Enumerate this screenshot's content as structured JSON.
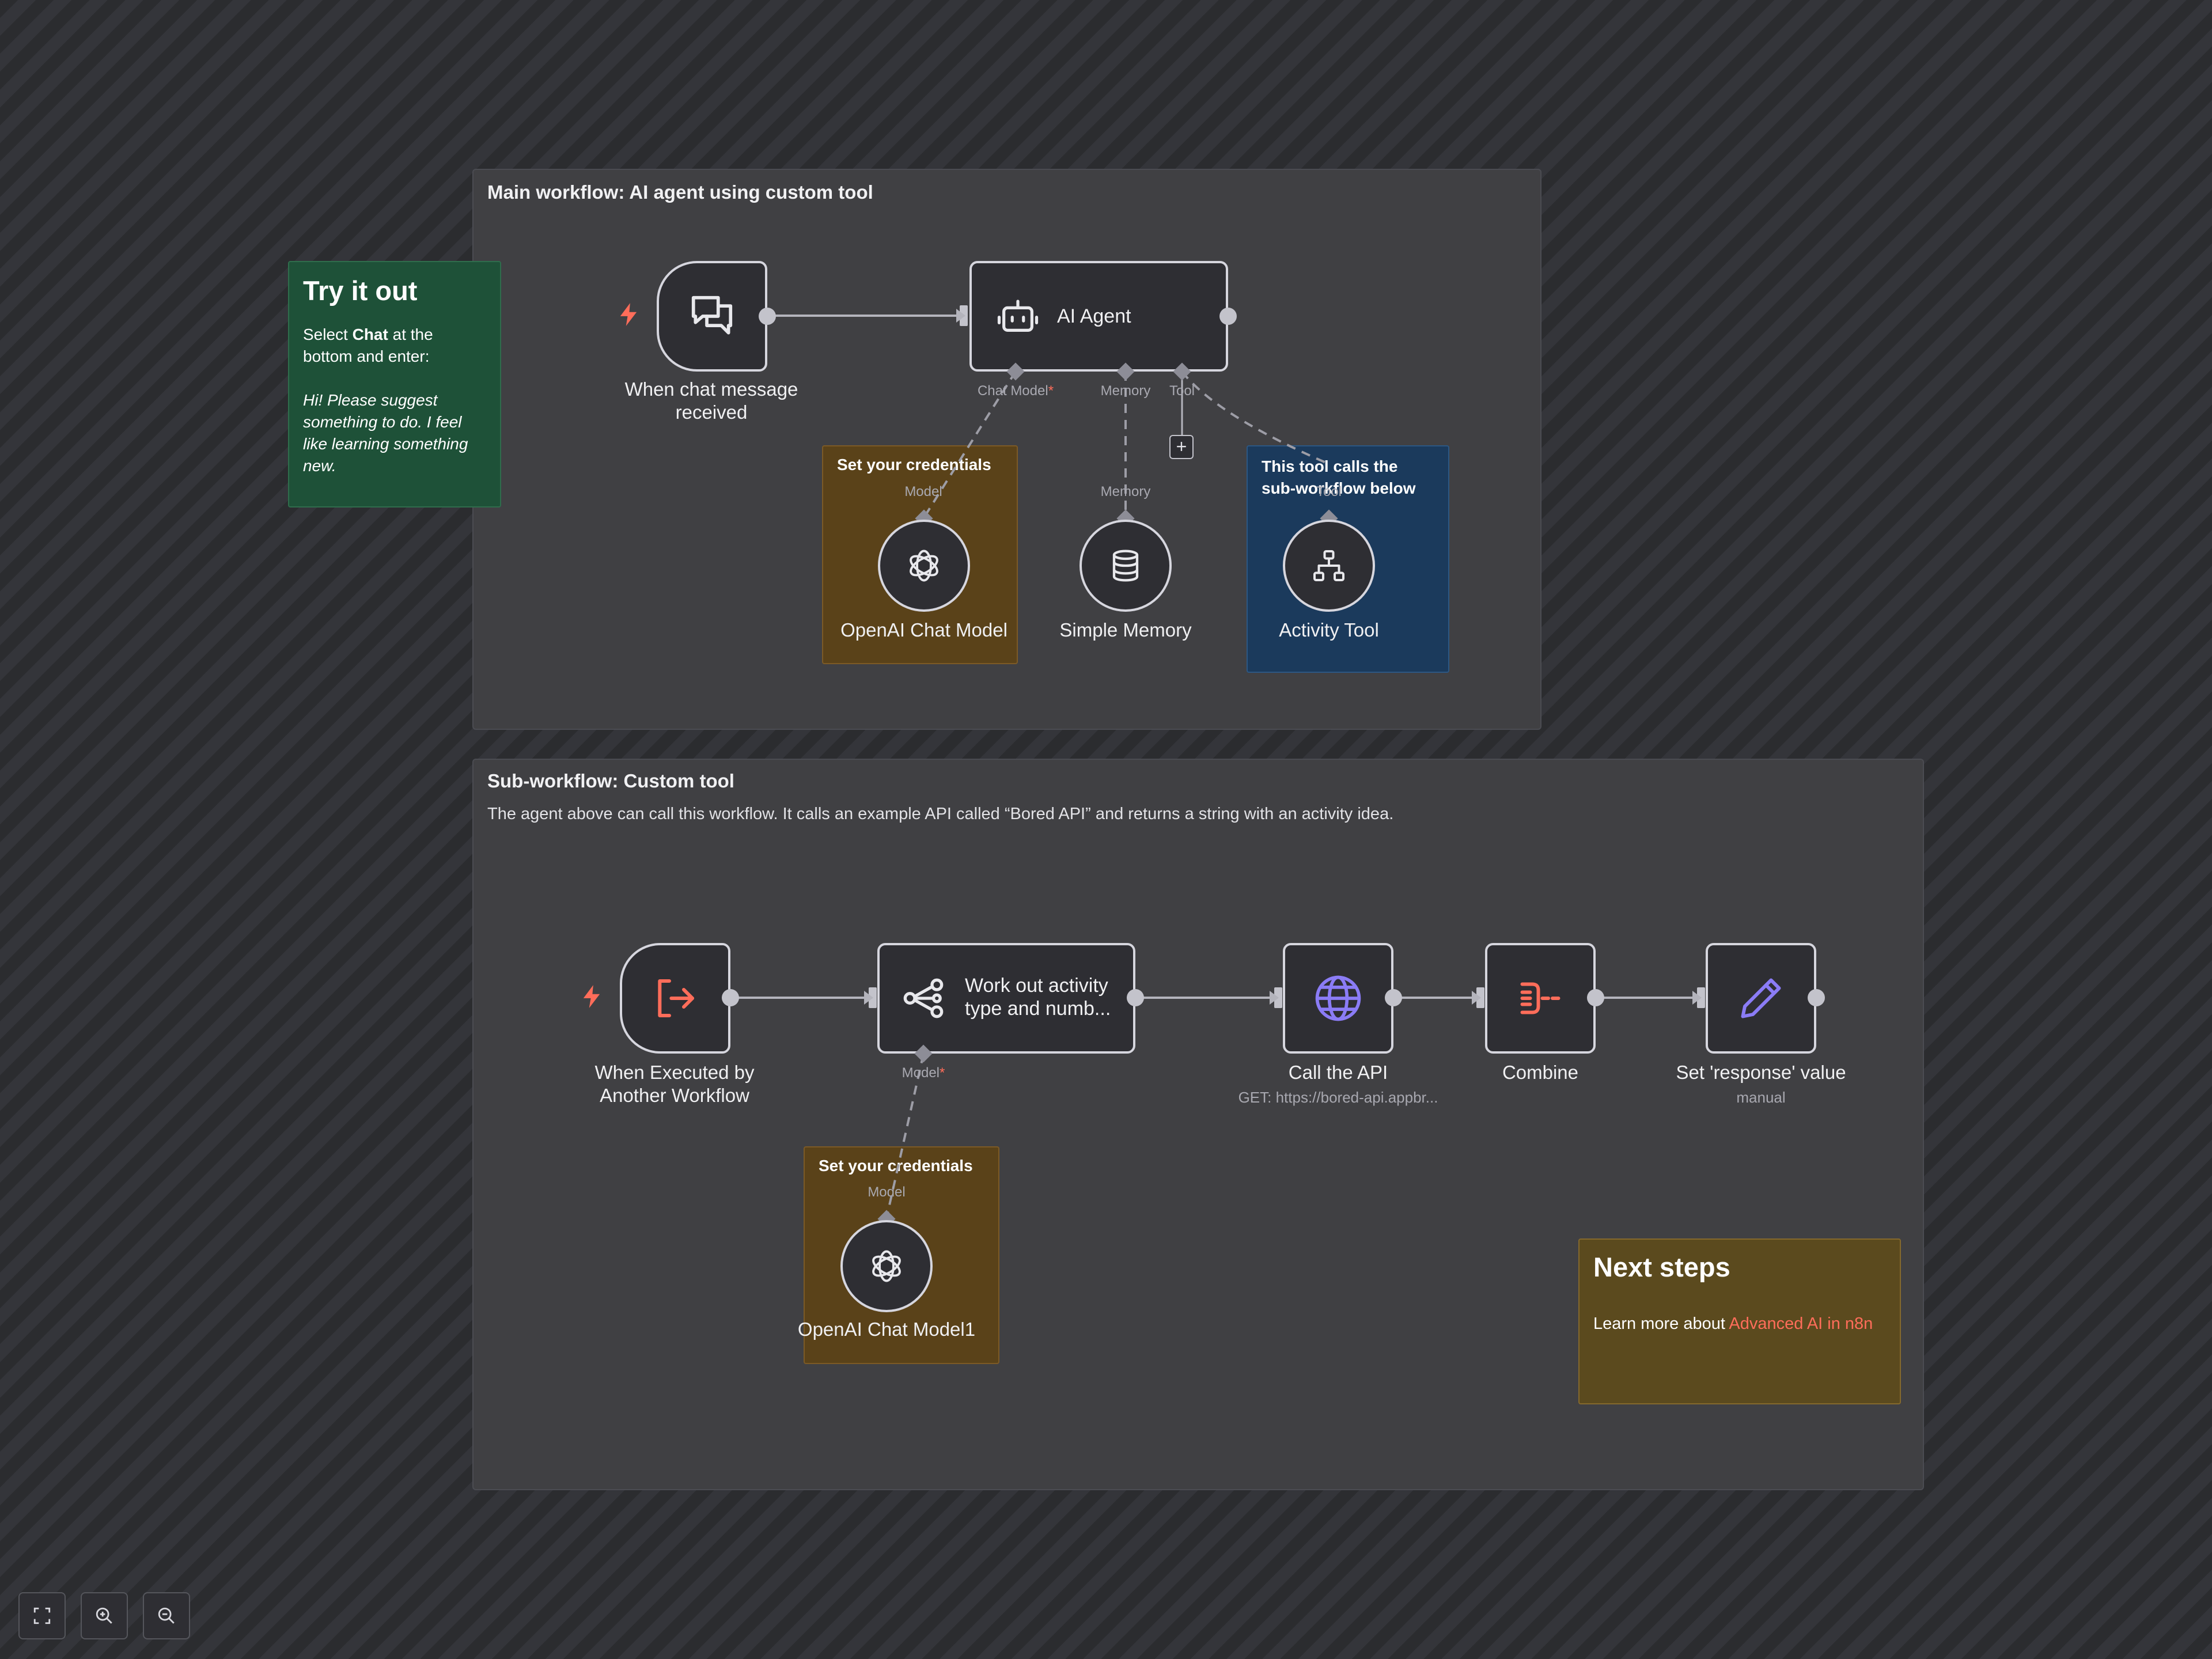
{
  "main_section": {
    "title": "Main workflow: AI agent using custom tool"
  },
  "sub_section": {
    "title": "Sub-workflow: Custom tool",
    "description": "The agent above can call this workflow. It calls an example API called “Bored API” and returns a string with an activity idea."
  },
  "try_it_out": {
    "title": "Try it out",
    "line1_a": "Select ",
    "line1_bold": "Chat",
    "line1_b": " at the bottom and enter:",
    "italic_text": "Hi! Please suggest something to do. I feel like learning something new."
  },
  "sticky_credentials_1": {
    "title": "Set your credentials"
  },
  "sticky_credentials_2": {
    "title": "Set your credentials"
  },
  "sticky_tool": {
    "title": "This tool calls the sub-workflow below"
  },
  "next_steps": {
    "title": "Next steps",
    "text": "Learn more about ",
    "link": "Advanced AI in n8n"
  },
  "nodes": {
    "chat_trigger": {
      "label": "When chat message received",
      "icon": "chat-bubbles-icon"
    },
    "ai_agent": {
      "label": "AI Agent",
      "icon": "robot-icon"
    },
    "openai_model": {
      "label": "OpenAI Chat Model",
      "icon": "openai-icon"
    },
    "simple_memory": {
      "label": "Simple Memory",
      "icon": "database-icon"
    },
    "activity_tool": {
      "label": "Activity Tool",
      "icon": "sitemap-icon"
    },
    "exec_trigger": {
      "label": "When Executed by Another Workflow",
      "icon": "sign-in-icon"
    },
    "work_out": {
      "label": "Work out activity type and numb...",
      "icon": "share-nodes-icon"
    },
    "call_api": {
      "label": "Call the API",
      "sub": "GET: https://bored-api.appbr...",
      "icon": "globe-icon"
    },
    "combine": {
      "label": "Combine",
      "icon": "merge-icon"
    },
    "set_response": {
      "label": "Set 'response' value",
      "sub": "manual",
      "icon": "pen-icon"
    },
    "openai_model_1": {
      "label": "OpenAI Chat Model1",
      "icon": "openai-icon"
    }
  },
  "ports": {
    "chat_model": "Chat Model",
    "memory": "Memory",
    "tool": "Tool",
    "model": "Model",
    "required_mark": "*"
  },
  "colors": {
    "accent": "#ff6d5a",
    "canvas_bg": "#2b2c2f",
    "section_bg": "#404043",
    "sticky_green": "#1e5138",
    "sticky_orange": "#5a4219",
    "sticky_blue": "#1b3a5c",
    "sticky_yellow": "#5b4a1e",
    "icon_purple": "#8b7cf6"
  },
  "controls": {
    "fit_view": "fit-view-icon",
    "zoom_in": "zoom-in-icon",
    "zoom_out": "zoom-out-icon"
  }
}
